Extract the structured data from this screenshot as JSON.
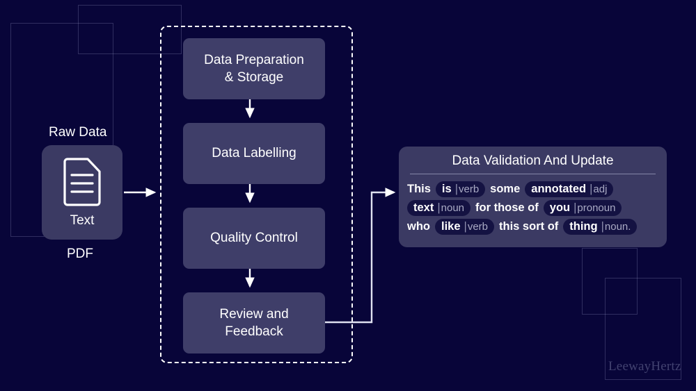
{
  "colors": {
    "background": "#080539",
    "node_fill": "#3f3e69",
    "card_fill": "#3b3a63",
    "panel_fill": "#3b3a63",
    "pill_fill": "#141242",
    "stroke": "#ffffff",
    "deco_rect": "rgba(190,195,235,0.22)",
    "tag_text": "#a9aac4"
  },
  "left": {
    "raw_data_label": "Raw Data",
    "file_card_label": "Text",
    "file_type_label": "PDF",
    "file_icon": "document-icon"
  },
  "pipeline": {
    "nodes": [
      {
        "label": "Data Preparation\n& Storage"
      },
      {
        "label": "Data Labelling"
      },
      {
        "label": "Quality Control"
      },
      {
        "label": "Review and\nFeedback"
      }
    ]
  },
  "panel": {
    "title": "Data Validation And Update",
    "lines": [
      [
        {
          "kind": "plain",
          "text": "This"
        },
        {
          "kind": "pill",
          "token": "is",
          "sep": "|",
          "tag": "verb"
        },
        {
          "kind": "plain",
          "text": "some"
        },
        {
          "kind": "pill",
          "token": "annotated",
          "sep": "|",
          "tag": "adj"
        }
      ],
      [
        {
          "kind": "pill",
          "token": "text",
          "sep": "|",
          "tag": "noun"
        },
        {
          "kind": "plain",
          "text": "for those of"
        },
        {
          "kind": "pill",
          "token": "you",
          "sep": "|",
          "tag": "pronoun"
        }
      ],
      [
        {
          "kind": "plain",
          "text": "who"
        },
        {
          "kind": "pill",
          "token": "like",
          "sep": "|",
          "tag": "verb"
        },
        {
          "kind": "plain",
          "text": "this sort of"
        },
        {
          "kind": "pill",
          "token": "thing",
          "sep": "|",
          "tag": "noun."
        }
      ]
    ]
  },
  "watermark": {
    "text": "LeewayHertz"
  }
}
